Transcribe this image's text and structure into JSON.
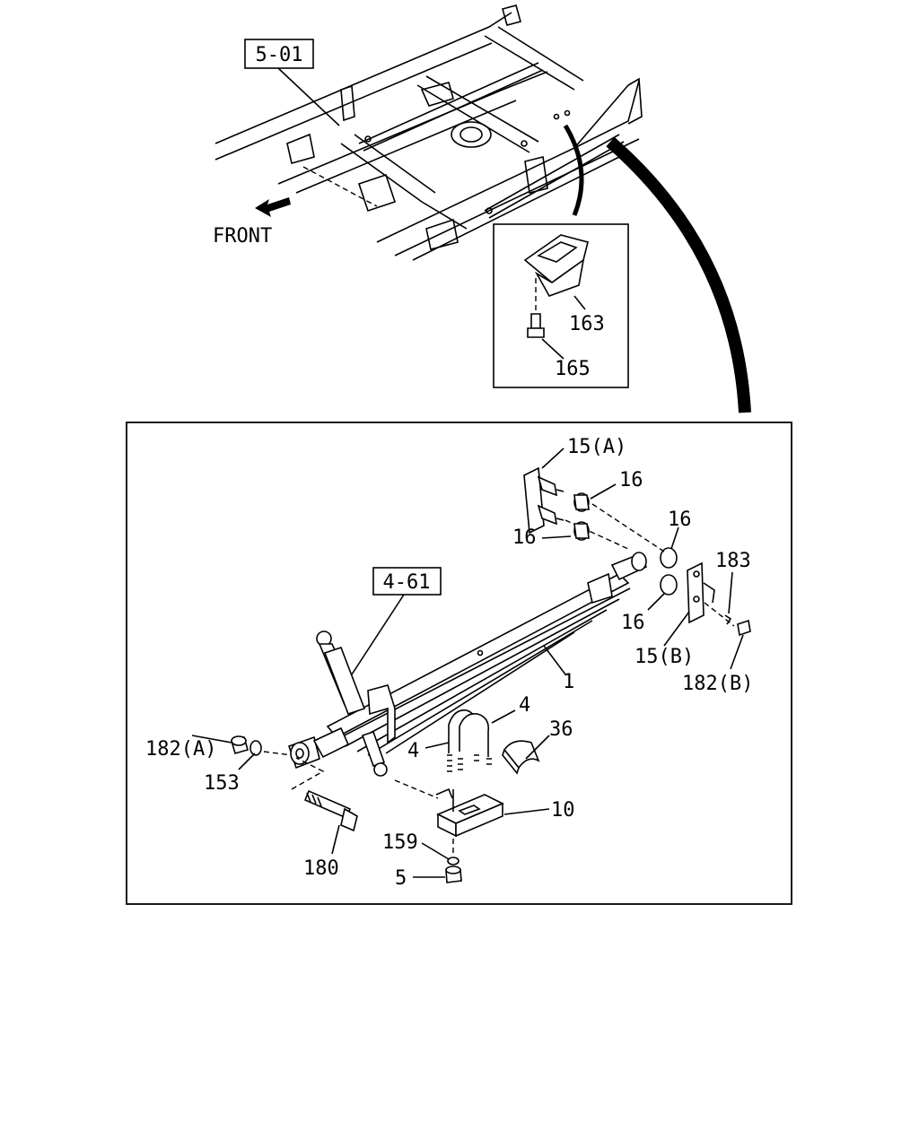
{
  "top_figure": {
    "ref_label": "5-01",
    "front_label": "FRONT",
    "detail_labels": [
      "163",
      "165"
    ]
  },
  "main_figure": {
    "ref_label": "4-61",
    "labels": [
      "15(A)",
      "16",
      "16",
      "16",
      "183",
      "16",
      "15(B)",
      "182(B)",
      "1",
      "4",
      "36",
      "4",
      "182(A)",
      "153",
      "10",
      "159",
      "180",
      "5"
    ]
  }
}
